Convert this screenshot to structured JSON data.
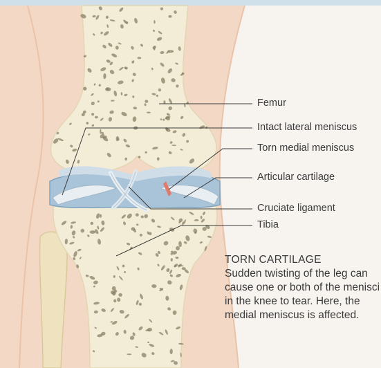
{
  "labels": {
    "femur": "Femur",
    "intact_lateral_meniscus": "Intact lateral meniscus",
    "torn_medial_meniscus": "Torn medial meniscus",
    "articular_cartilage": "Articular cartilage",
    "cruciate_ligament": "Cruciate ligament",
    "tibia": "Tibia"
  },
  "caption": {
    "title": "TORN CARTILAGE",
    "body": "Sudden twisting of the leg can cause one or both of the menisci in the knee to tear. Here, the medial meniscus is affected."
  },
  "colors": {
    "background": "#f7f4f0",
    "skin": "#f3d8c6",
    "skin_edge": "#e9c3aa",
    "bone": "#f3ecd6",
    "bone_pore": "#8a8067",
    "cartilage": "#a9c4d8",
    "cartilage_dark": "#7fa2bd",
    "ligament": "#e8eef2",
    "tear": "#e07a6a",
    "text": "#3a3a3a"
  }
}
